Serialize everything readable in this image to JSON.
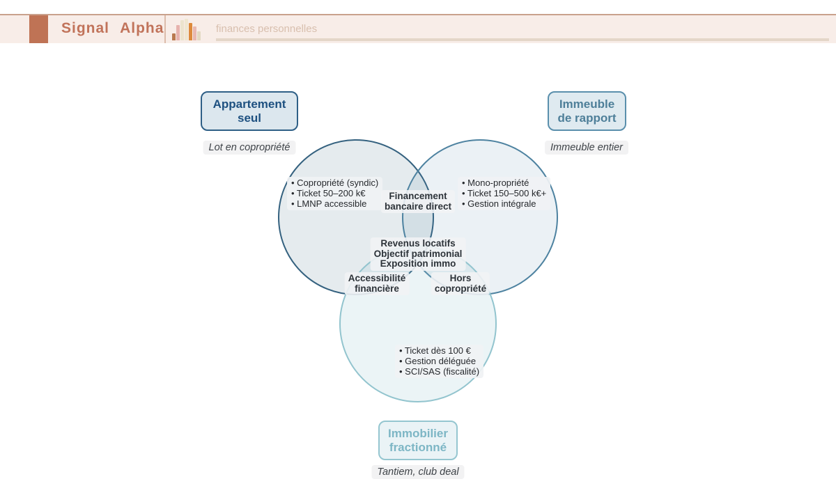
{
  "header": {
    "brand": "Signal Alpha",
    "search": {
      "query": "finances personnelles"
    },
    "logo": {
      "icon": "bar-chart-icon",
      "bars": [
        {
          "h": 10,
          "c": "#b97a50"
        },
        {
          "h": 22,
          "c": "#e7b3ae"
        },
        {
          "h": 29,
          "c": "#ece3cd"
        },
        {
          "h": 31,
          "c": "#efe6d0"
        },
        {
          "h": 25,
          "c": "#dd8a3c"
        },
        {
          "h": 20,
          "c": "#e8b9b2"
        },
        {
          "h": 13,
          "c": "#e3d9c2"
        }
      ]
    },
    "colors": {
      "accent": "#bf7355",
      "band_bg": "#f8ede8",
      "band_border": "#c9a18c",
      "search_text": "#d8bfae"
    }
  },
  "venn": {
    "type": "venn-diagram",
    "sets": [
      {
        "id": "appartement-seul",
        "label_lines": [
          "Appartement",
          "seul"
        ],
        "subtitle": "Lot en copropriété",
        "items": [
          "Copropriété (syndic)",
          "Ticket 50–200 k€",
          "LMNP accessible"
        ],
        "colors": {
          "border": "#2e5f86",
          "text": "#1d5080",
          "fill": "#dce7ee"
        }
      },
      {
        "id": "immeuble-de-rapport",
        "label_lines": [
          "Immeuble",
          "de rapport"
        ],
        "subtitle": "Immeuble entier",
        "items": [
          "Mono-propriété",
          "Ticket 150–500 k€+",
          "Gestion intégrale"
        ],
        "colors": {
          "border": "#5a8fac",
          "text": "#4e7f99",
          "fill": "#dfeaf0"
        }
      },
      {
        "id": "immobilier-fractionne",
        "label_lines": [
          "Immobilier",
          "fractionné"
        ],
        "subtitle": "Tantiem, club deal",
        "items": [
          "Ticket dès 100 €",
          "Gestion déléguée",
          "SCI/SAS (fiscalité)"
        ],
        "colors": {
          "border": "#95c6d0",
          "text": "#7db6c5",
          "fill": "#eaf3f6"
        }
      }
    ],
    "intersections": {
      "left_right": [
        "Financement",
        "bancaire direct"
      ],
      "center": [
        "Revenus locatifs",
        "Objectif patrimonial",
        "Exposition immo"
      ],
      "left_bottom": [
        "Accessibilité",
        "financière"
      ],
      "right_bottom": [
        "Hors",
        "copropriété"
      ]
    }
  }
}
